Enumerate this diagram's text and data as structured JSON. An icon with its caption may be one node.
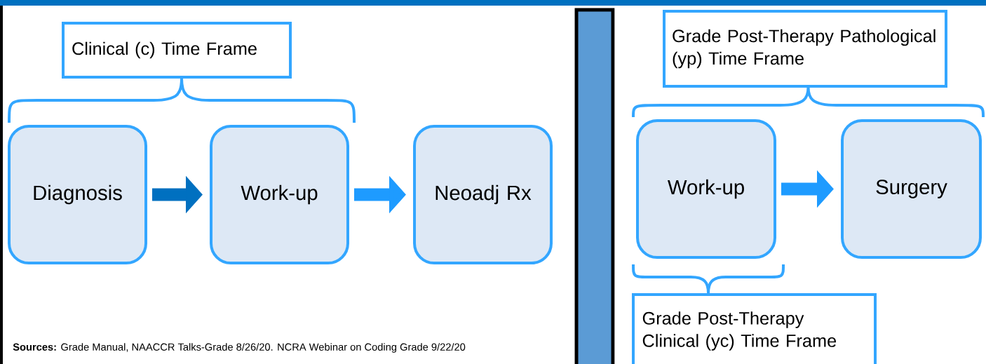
{
  "diagram": {
    "nodes": [
      {
        "text": [
          "Clinical (c) Time Frame"
        ]
      },
      {
        "text": [
          "Diagnosis"
        ]
      },
      {
        "text": [
          "Work-up"
        ]
      },
      {
        "text": [
          "Neoadj Rx"
        ]
      },
      {
        "text": [
          "Grade Post-Therapy Pathological (yp) Time Frame"
        ]
      },
      {
        "text": [
          "Work-up"
        ]
      },
      {
        "text": [
          "Surgery"
        ]
      },
      {
        "text": [
          "Grade Post-Therapy Clinical (yc) Time Frame"
        ]
      }
    ],
    "edges": [
      {
        "from": 1,
        "to": 2,
        "arrow": "to",
        "color": "#0070c0"
      },
      {
        "from": 2,
        "to": 3,
        "arrow": "to"
      },
      {
        "from": 5,
        "to": 6,
        "arrow": "to"
      }
    ],
    "labels": [
      "**Sources:** Grade Manual, NAACCR Talks-Grade 8/26/20. NCRA Webinar on Coding Grade 9/22/20"
    ]
  }
}
